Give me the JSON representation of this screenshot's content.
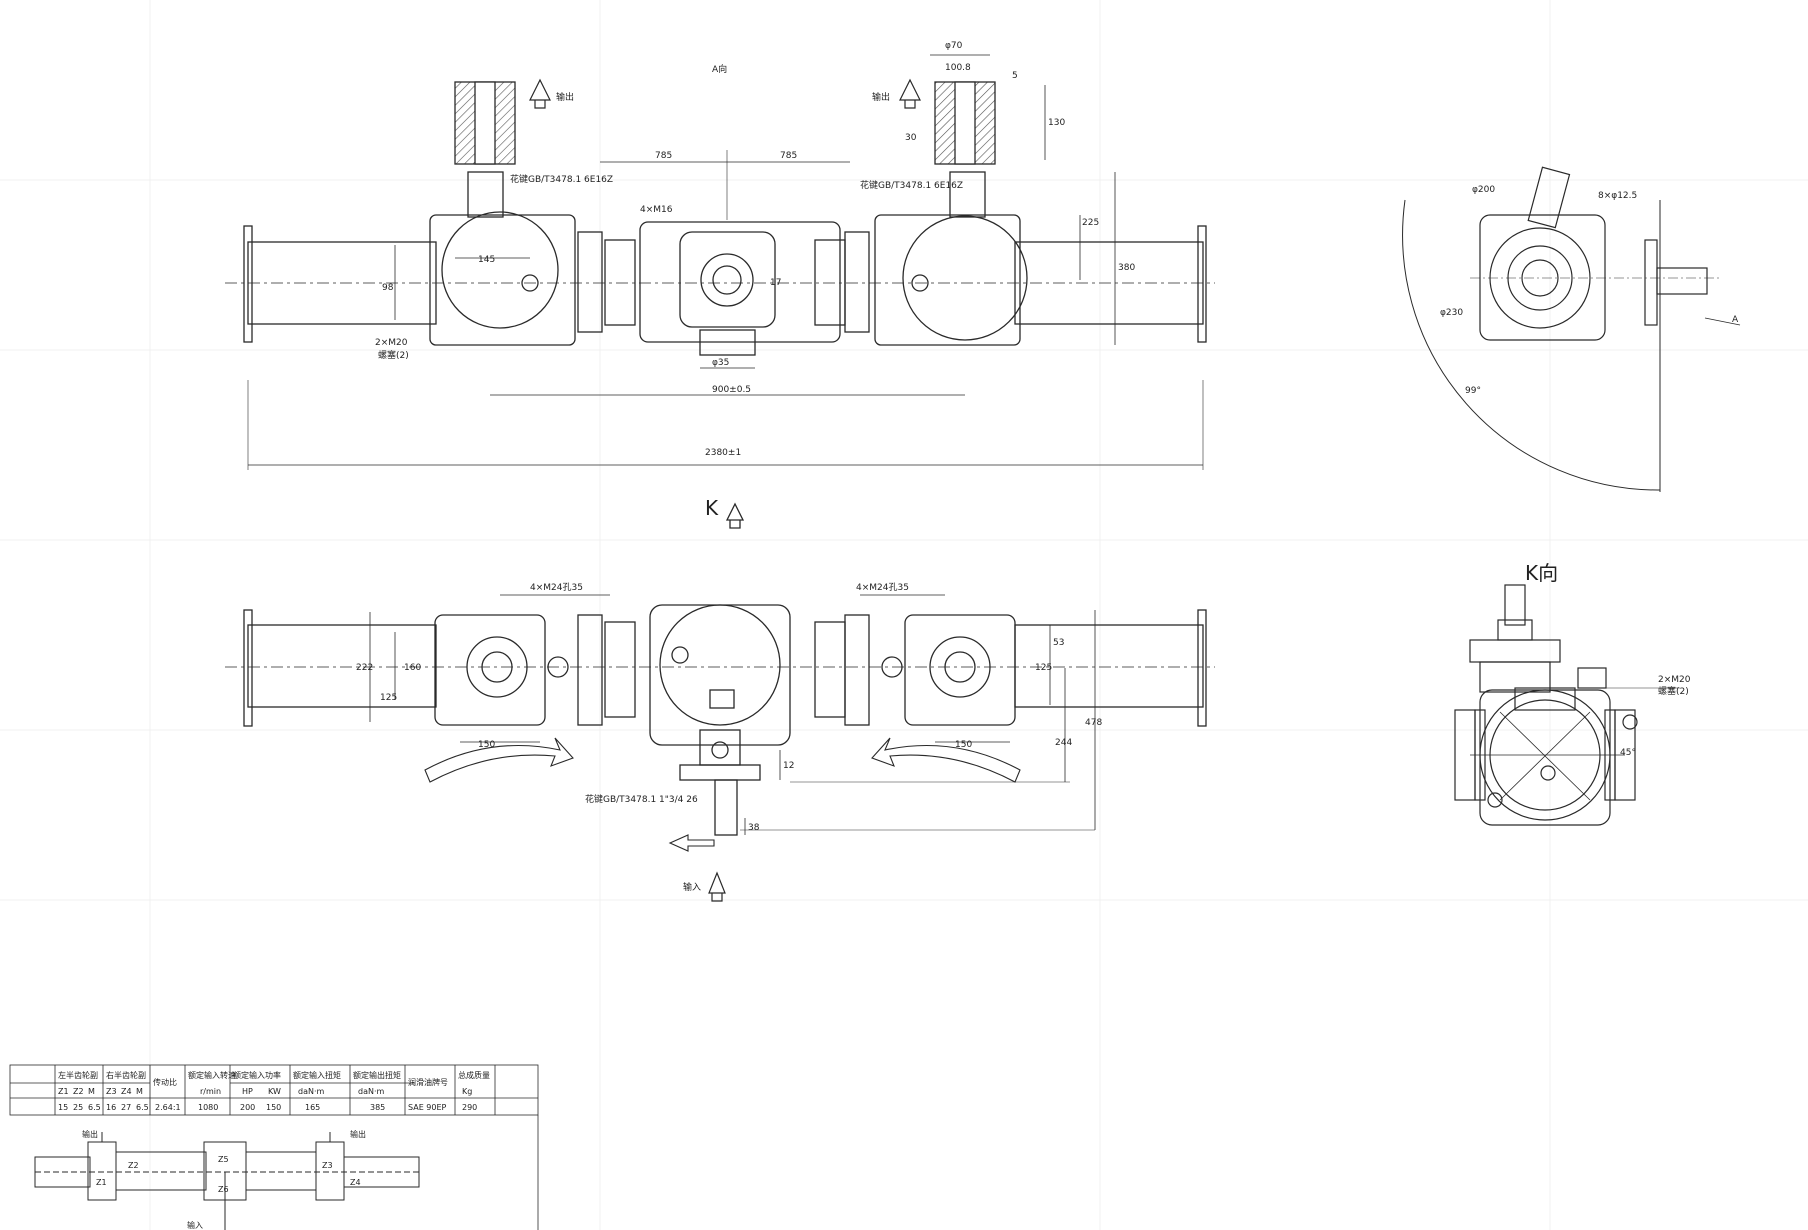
{
  "colors": {
    "line": "#2a2a2a",
    "paper": "#ffffff",
    "hatch": "#555555",
    "grid": "#eeeeee"
  },
  "views": {
    "top_note": "A向",
    "output_left": "输出",
    "output_right": "输出",
    "input": "输入",
    "k_arrow": "K",
    "k_view_title": "K向",
    "a_label": "A"
  },
  "dimensions": {
    "half_left": "785",
    "half_right": "785",
    "overall": "2380±1",
    "center": "900±0.5",
    "shaft_dia": "φ35",
    "tube_dia": "17",
    "flange_bolts": "4×M16",
    "height_total": "380",
    "height_mid": "225",
    "left_offset": "145",
    "left_h": "98",
    "spline_h": "30",
    "top_h1": "130",
    "top_w": "100.8",
    "top_d": "φ70",
    "top_s": "5",
    "thread_left": "花键GB/T3478.1 6E16Z",
    "thread_right": "花键GB/T3478.1 6E16Z",
    "drain": "2×M20",
    "drain_note": "螺塞(2)",
    "bolt_hole": "8×φ12.5",
    "pcd1": "φ200",
    "pcd2": "φ230",
    "angle_k": "99°",
    "front_bolts_left": "4×M24孔35",
    "front_bolts_right": "4×M24孔35",
    "front_150_left": "150",
    "front_150_right": "150",
    "front_222": "222",
    "front_125": "125",
    "front_160": "160",
    "front_125r": "125",
    "front_53": "53",
    "front_244": "244",
    "front_478": "478",
    "front_12": "12",
    "front_38": "38",
    "input_thread": "花键GB/T3478.1 1\"3/4 26",
    "kview_drain": "2×M20",
    "kview_note": "螺塞(2)",
    "kview_angle": "45°"
  },
  "spec_table": {
    "headers": [
      "左半齿轮副",
      "右半齿轮副",
      "传动比",
      "额定输入转速",
      "额定输入功率",
      "额定输入扭矩",
      "额定输出扭矩",
      "润滑油牌号",
      "总成质量"
    ],
    "subheaders": [
      "Z1",
      "Z2",
      "M",
      "Z3",
      "Z4",
      "M",
      "",
      "r/min",
      "HP",
      "KW",
      "daN·m",
      "daN·m",
      "",
      "Kg"
    ],
    "values": [
      "15",
      "25",
      "6.5",
      "16",
      "27",
      "6.5",
      "2.64:1",
      "1080",
      "200",
      "150",
      "165",
      "385",
      "SAE 90EP",
      "290"
    ]
  },
  "schematic": {
    "output_left": "输出",
    "output_right": "输出",
    "input": "输入",
    "z1": "Z1",
    "z2": "Z2",
    "z3": "Z3",
    "z4": "Z4",
    "z5": "Z5",
    "z6": "Z6"
  }
}
